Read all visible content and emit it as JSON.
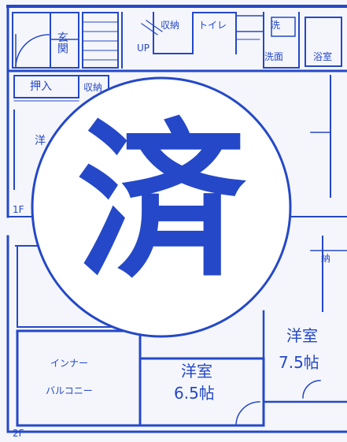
{
  "colors": {
    "ink": "#2448c8",
    "paper": "#f5f6fb",
    "seal_fill": "#ffffff"
  },
  "floor_plan": {
    "first_floor": {
      "label": "1F",
      "rooms": {
        "entrance": "玄関",
        "closet": "収納",
        "toilet": "トイレ",
        "wash": "洗",
        "washroom": "洗面",
        "bath": "浴室",
        "oshiire": "押入",
        "closet2": "収納",
        "western_partial": "洋",
        "stairs_up": "UP"
      }
    },
    "second_floor": {
      "label": "2F",
      "rooms": {
        "inner_balcony_1": "インナー",
        "inner_balcony_2": "バルコニー",
        "western_a_name": "洋室",
        "western_a_size": "6.5帖",
        "western_b_name": "洋室",
        "western_b_size": "7.5帖",
        "closet_partial": "納"
      }
    }
  },
  "stamp": {
    "text": "済",
    "icon": "seal-stamp-icon"
  }
}
